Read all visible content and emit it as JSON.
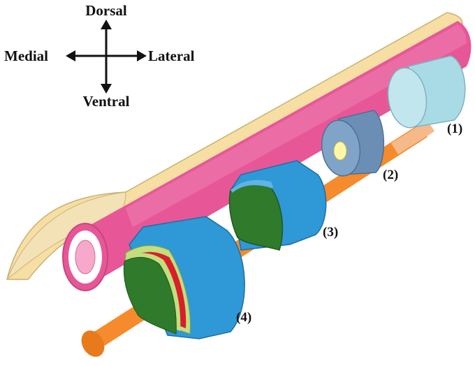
{
  "orientation": {
    "up": "Dorsal",
    "down": "Ventral",
    "left": "Medial",
    "right": "Lateral"
  },
  "stage_labels": [
    "(1)",
    "(2)",
    "(3)",
    "(4)"
  ],
  "colors": {
    "top_sheet": "#f7dfa4",
    "pink_tube": "#e75797",
    "orange_rod": "#f58b2c",
    "stage1": "#a9dbe6",
    "stage2": "#6b8fb4",
    "stage3_4": "#2f98d6",
    "green": "#2f7a2b",
    "red": "#d91f2a",
    "light_green": "#c2de7e"
  }
}
